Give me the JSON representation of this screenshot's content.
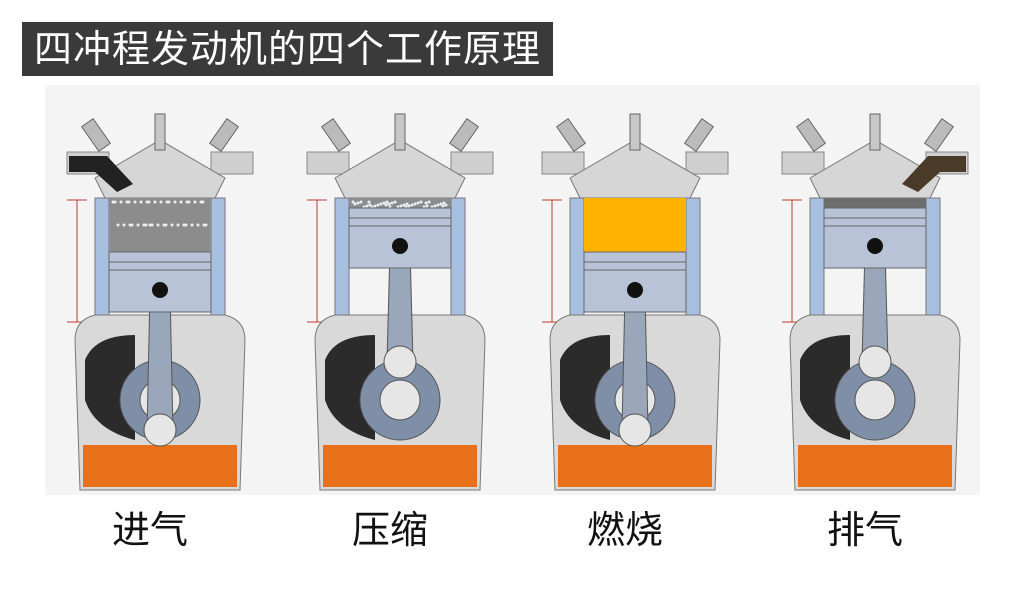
{
  "title": "四冲程发动机的四个工作原理",
  "strokes": [
    {
      "label": "进气",
      "piston": "bottom",
      "chamber": "mix",
      "intake_flow": true,
      "exhaust_flow": false
    },
    {
      "label": "压缩",
      "piston": "top",
      "chamber": "mix",
      "intake_flow": false,
      "exhaust_flow": false
    },
    {
      "label": "燃烧",
      "piston": "bottom",
      "chamber": "fire",
      "intake_flow": false,
      "exhaust_flow": false
    },
    {
      "label": "排气",
      "piston": "top",
      "chamber": "smoke",
      "intake_flow": false,
      "exhaust_flow": true
    }
  ],
  "colors": {
    "title_bg": "#3a3a3a",
    "oil": "#e8701a",
    "crankcase_dark": "#2b2b2b",
    "crankcase_light": "#d9d9d9",
    "piston": "#b9c3d8",
    "cylinder_wall": "#a7bfe0",
    "fire": "#ffb300",
    "stroke_marker": "#c0392b"
  }
}
